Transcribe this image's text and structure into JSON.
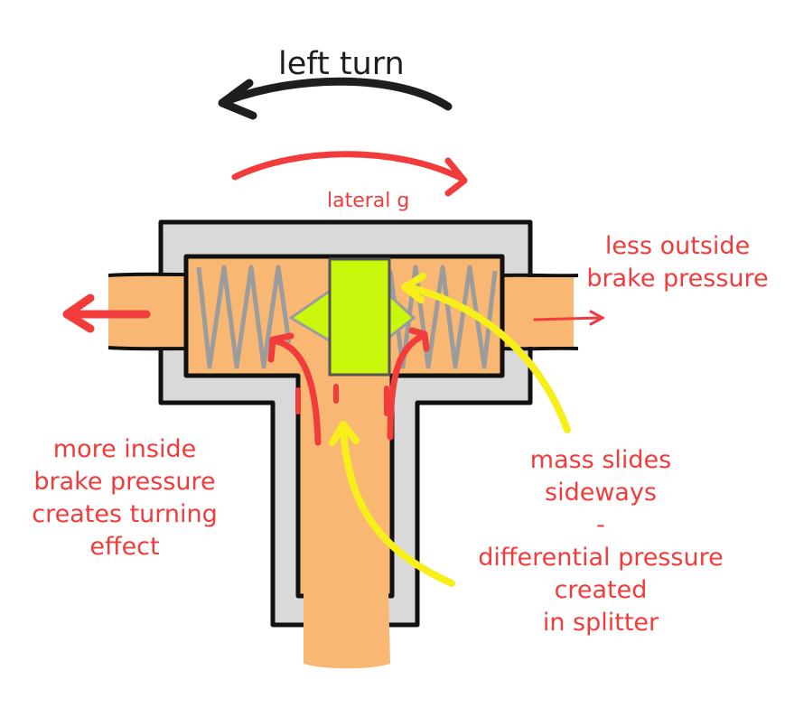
{
  "title": "left turn",
  "lateral_label": "lateral  g",
  "outside_label": [
    "less outside",
    "brake pressure"
  ],
  "inside_label": [
    "more inside",
    "brake pressure",
    "creates turning",
    "effect"
  ],
  "mass_label": [
    "mass slides",
    "sideways",
    "-",
    "differential pressure",
    "created",
    "in splitter"
  ],
  "colors": {
    "fluid": "#f8b773",
    "housing": "#d9d9d9",
    "outline": "#111111",
    "mass": "#c8f70c",
    "spring": "#9c9c9c",
    "text_red": "#f23b3b",
    "arrow_yellow": "#f7ef1a",
    "arrow_black": "#1e1e1e"
  }
}
